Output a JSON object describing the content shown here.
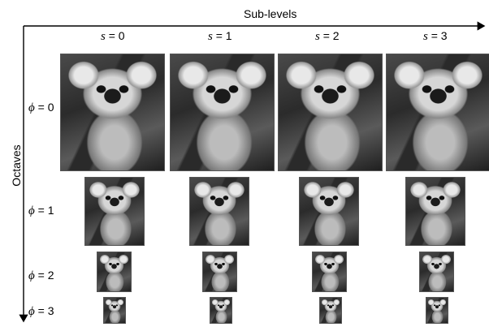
{
  "axes": {
    "x_label": "Sub-levels",
    "y_label": "Octaves"
  },
  "columns": [
    {
      "symbol": "s",
      "eq": " = 0"
    },
    {
      "symbol": "s",
      "eq": " = 1"
    },
    {
      "symbol": "s",
      "eq": " = 2"
    },
    {
      "symbol": "s",
      "eq": " = 3"
    }
  ],
  "rows": [
    {
      "symbol": "ϕ",
      "eq": " = 0"
    },
    {
      "symbol": "ϕ",
      "eq": " = 1"
    },
    {
      "symbol": "ϕ",
      "eq": " = 2"
    },
    {
      "symbol": "ϕ",
      "eq": " = 3"
    }
  ],
  "image_subject": "koala-photo-grayscale"
}
